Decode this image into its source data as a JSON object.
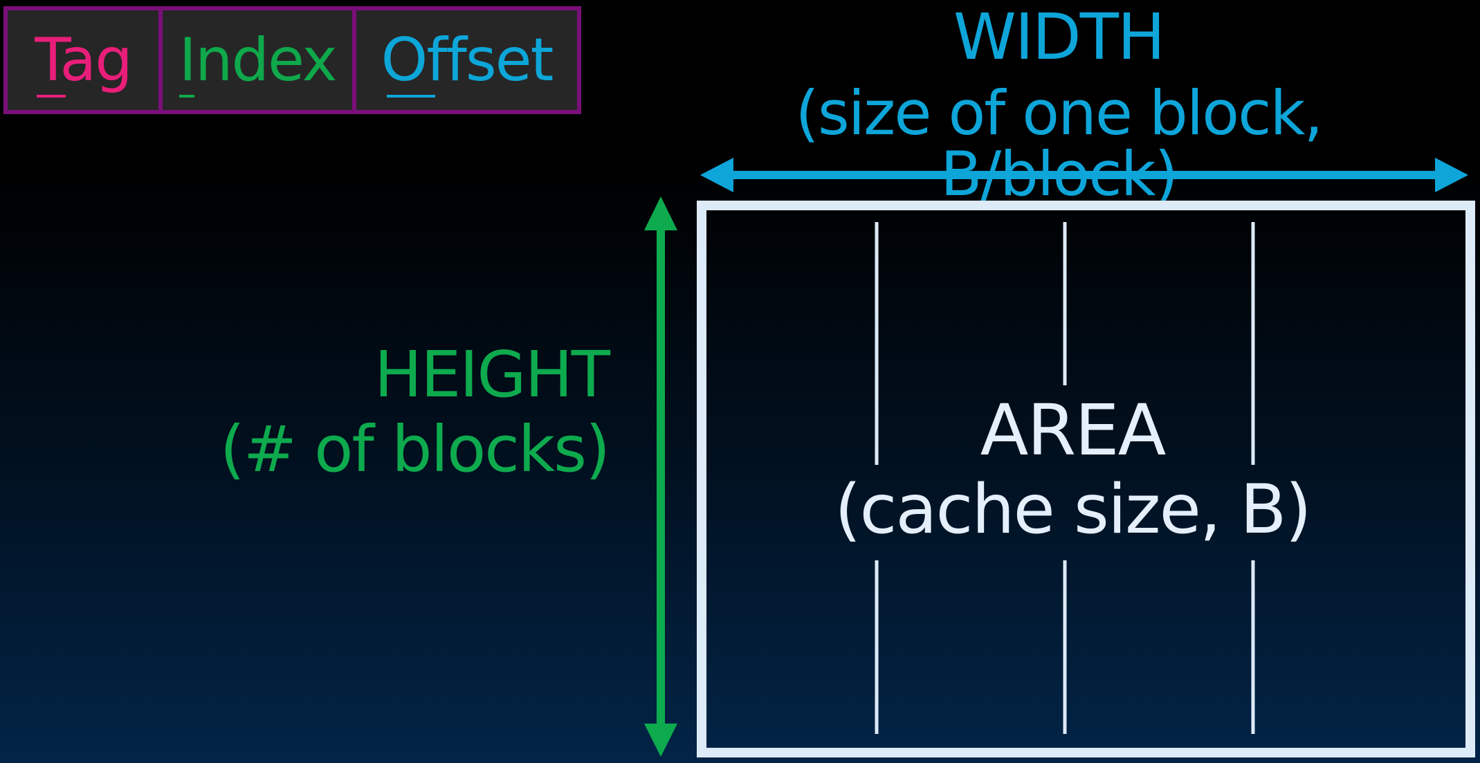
{
  "address_fields": {
    "tag": "Tag",
    "index": "Index",
    "offset": "Offset"
  },
  "width_label": {
    "title": "WIDTH",
    "subtitle": "(size of one block, B/block)"
  },
  "height_label": {
    "title": "HEIGHT",
    "subtitle": "(# of blocks)"
  },
  "area_label": {
    "title": "AREA",
    "subtitle": "(cache size, B)"
  },
  "colors": {
    "tag": "#e91e7a",
    "index": "#0fa84b",
    "offset": "#0da6d8",
    "box_border": "#7a0f7a",
    "box_fill": "#262626",
    "cache_outline": "#ddeaf8"
  }
}
